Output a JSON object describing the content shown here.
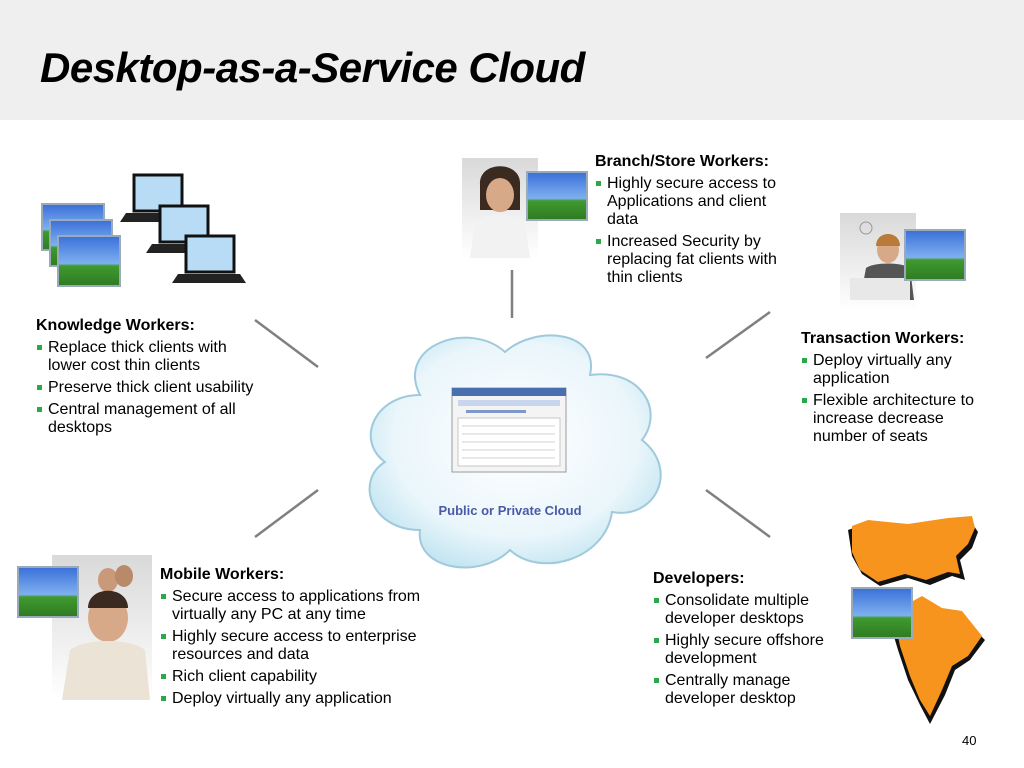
{
  "title": "Desktop-as-a-Service Cloud",
  "page_number": "40",
  "cloud": {
    "label": "Public or Private Cloud"
  },
  "colors": {
    "bullet": "#2aa84a",
    "connector": "#808080",
    "cloud_label": "#4a5aa8",
    "map_fill": "#f7941d",
    "title_bar": "#efefef"
  },
  "groups": {
    "branch": {
      "heading": "Branch/Store Workers:",
      "items": [
        "Highly secure access to Applications and client data",
        "Increased Security by replacing fat clients with thin clients"
      ]
    },
    "knowledge": {
      "heading": "Knowledge Workers:",
      "items": [
        "Replace thick clients with lower cost thin clients",
        "Preserve thick client usability",
        "Central management of all desktops"
      ]
    },
    "transaction": {
      "heading": "Transaction Workers:",
      "items": [
        "Deploy virtually any application",
        "Flexible architecture to increase decrease number of seats"
      ]
    },
    "mobile": {
      "heading": "Mobile Workers:",
      "items": [
        "Secure access to applications from virtually any PC at any time",
        "Highly secure access to enterprise resources and data",
        "Rich client capability",
        "Deploy virtually any application"
      ]
    },
    "developers": {
      "heading": "Developers:",
      "items": [
        "Consolidate multiple developer desktops",
        "Highly secure offshore development",
        "Centrally manage developer desktop"
      ]
    }
  }
}
